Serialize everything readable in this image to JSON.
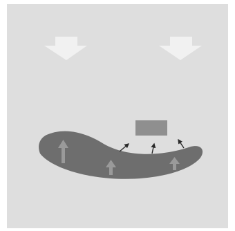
{
  "diagram": {
    "colors": {
      "page": "#ffffff",
      "panel": "#dedede",
      "down_arrow": "#f1f1f1",
      "band": "#6e6e6e",
      "band_arrow": "#9a9a9a",
      "box": "#8f8f8f",
      "small_arrow": "#2a2a2a"
    },
    "elements": {
      "down_arrows": [
        {
          "name": "down-arrow-left-icon",
          "direction": "down"
        },
        {
          "name": "down-arrow-right-icon",
          "direction": "down"
        }
      ],
      "band_arrows": [
        {
          "name": "band-up-arrow-left-icon",
          "direction": "up"
        },
        {
          "name": "band-up-arrow-middle-icon",
          "direction": "up"
        },
        {
          "name": "band-up-arrow-right-icon",
          "direction": "up"
        }
      ],
      "pointer_arrows": [
        {
          "name": "pointer-arrow-left-icon",
          "direction": "up-right"
        },
        {
          "name": "pointer-arrow-middle-icon",
          "direction": "up"
        },
        {
          "name": "pointer-arrow-right-icon",
          "direction": "up-left"
        }
      ]
    }
  }
}
